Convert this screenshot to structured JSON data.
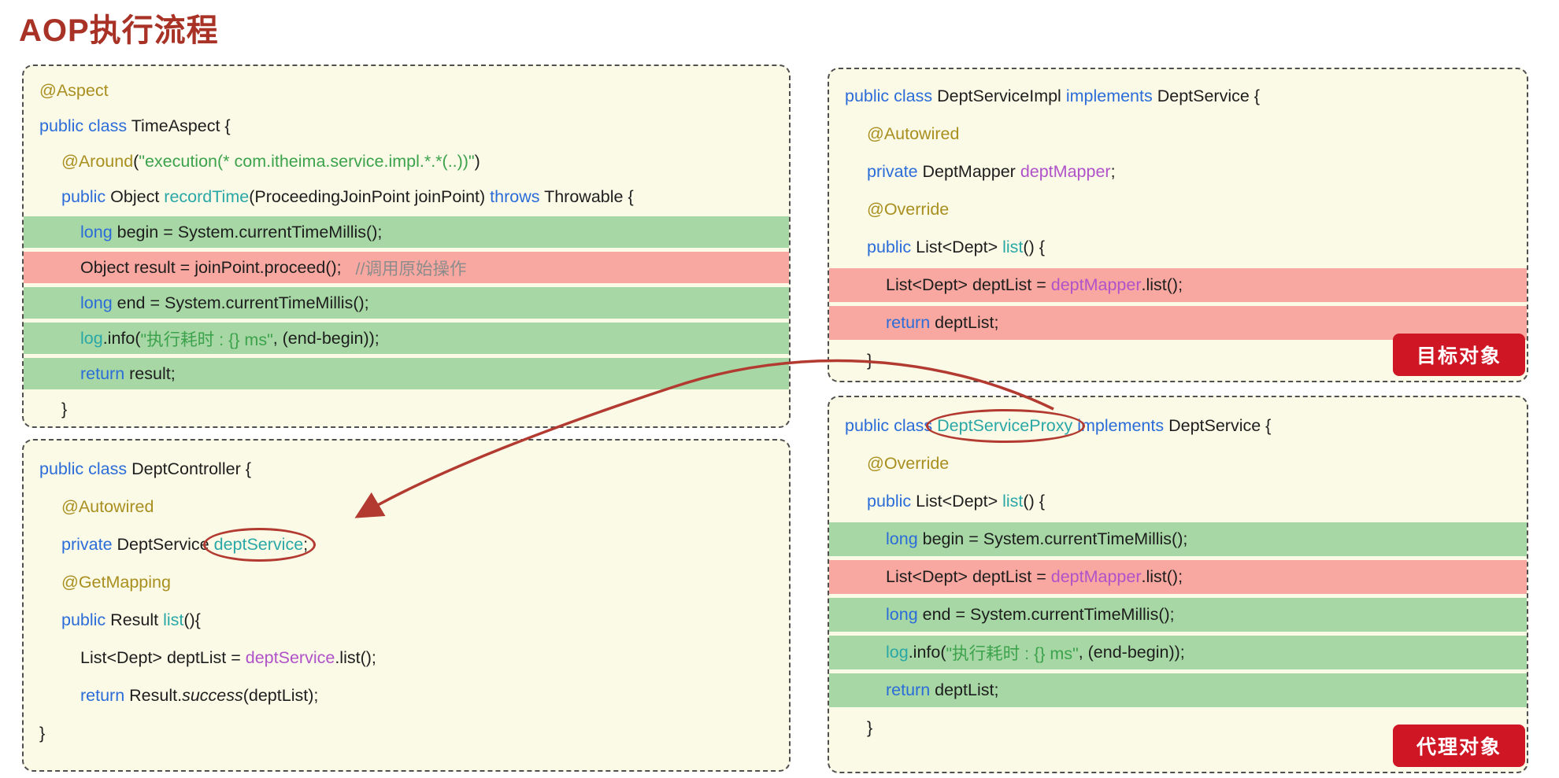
{
  "title": "AOP执行流程",
  "colors": {
    "title": "#a93226",
    "panelbg": "#fafae6",
    "kw": "#2b6cd9",
    "an": "#a98f1f",
    "s": "#3ca24c",
    "m": "#2aa7a7",
    "f": "#b052c9",
    "c": "#8c8c8c",
    "d": "#1d1d1d",
    "hl-green": "#a6d7a4",
    "hl-pink": "#f8a8a0",
    "badge": "#ce1625",
    "arrow": "#b23a31"
  },
  "panels": {
    "aspect": {
      "lines": [
        {
          "ind": 0,
          "bg": "none",
          "t": [
            [
              "an",
              "@Aspect"
            ]
          ]
        },
        {
          "ind": 0,
          "bg": "none",
          "t": [
            [
              "kw",
              "public class"
            ],
            [
              "d",
              " TimeAspect {"
            ]
          ]
        },
        {
          "ind": 1,
          "bg": "none",
          "t": [
            [
              "an",
              "@Around"
            ],
            [
              "d",
              "("
            ],
            [
              "s",
              "\"execution(* com.itheima.service.impl.*.*(..))\""
            ],
            [
              "d",
              ")"
            ]
          ]
        },
        {
          "ind": 1,
          "bg": "none",
          "t": [
            [
              "kw",
              "public"
            ],
            [
              "d",
              " Object "
            ],
            [
              "m",
              "recordTime"
            ],
            [
              "d",
              "(ProceedingJoinPoint joinPoint) "
            ],
            [
              "kw",
              "throws"
            ],
            [
              "d",
              " Throwable {"
            ]
          ]
        },
        {
          "ind": 2,
          "bg": "green",
          "t": [
            [
              "kw",
              "long"
            ],
            [
              "d",
              " begin = System.currentTimeMillis();"
            ]
          ]
        },
        {
          "ind": 2,
          "bg": "pink",
          "t": [
            [
              "d",
              "Object result = joinPoint.proceed();   "
            ],
            [
              "c",
              "//调用原始操作"
            ]
          ]
        },
        {
          "ind": 2,
          "bg": "green",
          "t": [
            [
              "kw",
              "long"
            ],
            [
              "d",
              " end = System.currentTimeMillis();"
            ]
          ]
        },
        {
          "ind": 2,
          "bg": "green",
          "t": [
            [
              "m",
              "log"
            ],
            [
              "d",
              ".info("
            ],
            [
              "s",
              "\"执行耗时 : {} ms\""
            ],
            [
              "d",
              ", (end-begin));"
            ]
          ]
        },
        {
          "ind": 2,
          "bg": "green",
          "t": [
            [
              "kw",
              "return"
            ],
            [
              "d",
              " result;"
            ]
          ]
        },
        {
          "ind": 1,
          "bg": "none",
          "t": [
            [
              "d",
              "}"
            ]
          ]
        }
      ]
    },
    "target": {
      "badge": "目标对象",
      "lines": [
        {
          "ind": 0,
          "bg": "none",
          "t": [
            [
              "kw",
              "public class"
            ],
            [
              "d",
              " DeptServiceImpl "
            ],
            [
              "kw",
              "implements"
            ],
            [
              "d",
              " DeptService {"
            ]
          ]
        },
        {
          "ind": 1,
          "bg": "none",
          "t": [
            [
              "an",
              "@Autowired"
            ]
          ]
        },
        {
          "ind": 1,
          "bg": "none",
          "t": [
            [
              "kw",
              "private"
            ],
            [
              "d",
              " DeptMapper "
            ],
            [
              "f",
              "deptMapper"
            ],
            [
              "d",
              ";"
            ]
          ]
        },
        {
          "ind": 1,
          "bg": "none",
          "t": [
            [
              "an",
              "@Override"
            ]
          ]
        },
        {
          "ind": 1,
          "bg": "none",
          "t": [
            [
              "kw",
              "public"
            ],
            [
              "d",
              " List<Dept> "
            ],
            [
              "m",
              "list"
            ],
            [
              "d",
              "() {"
            ]
          ]
        },
        {
          "ind": 2,
          "bg": "pink",
          "t": [
            [
              "d",
              "List<Dept> deptList = "
            ],
            [
              "f",
              "deptMapper"
            ],
            [
              "d",
              ".list();"
            ]
          ]
        },
        {
          "ind": 2,
          "bg": "pink",
          "t": [
            [
              "kw",
              "return"
            ],
            [
              "d",
              " deptList;"
            ]
          ]
        },
        {
          "ind": 1,
          "bg": "none",
          "t": [
            [
              "d",
              "}"
            ]
          ]
        }
      ]
    },
    "controller": {
      "lines": [
        {
          "ind": 0,
          "bg": "none",
          "t": [
            [
              "kw",
              "public class"
            ],
            [
              "d",
              " DeptController {"
            ]
          ]
        },
        {
          "ind": 1,
          "bg": "none",
          "t": [
            [
              "an",
              "@Autowired"
            ]
          ]
        },
        {
          "ind": 1,
          "bg": "none",
          "t": [
            [
              "kw",
              "private"
            ],
            [
              "d",
              " DeptService "
            ],
            [
              "circ",
              "deptService"
            ],
            [
              "d",
              ";"
            ]
          ]
        },
        {
          "ind": 1,
          "bg": "none",
          "t": [
            [
              "an",
              "@GetMapping"
            ]
          ]
        },
        {
          "ind": 1,
          "bg": "none",
          "t": [
            [
              "kw",
              "public"
            ],
            [
              "d",
              " Result "
            ],
            [
              "m",
              "list"
            ],
            [
              "d",
              "(){"
            ]
          ]
        },
        {
          "ind": 2,
          "bg": "none",
          "t": [
            [
              "d",
              "List<Dept> deptList = "
            ],
            [
              "f",
              "deptService"
            ],
            [
              "d",
              ".list();"
            ]
          ]
        },
        {
          "ind": 2,
          "bg": "none",
          "t": [
            [
              "kw",
              "return"
            ],
            [
              "d",
              " Result."
            ],
            [
              "it",
              "success"
            ],
            [
              "d",
              "(deptList);"
            ]
          ]
        },
        {
          "ind": 0,
          "bg": "none",
          "t": [
            [
              "d",
              "}"
            ]
          ]
        }
      ]
    },
    "proxy": {
      "badge": "代理对象",
      "lines": [
        {
          "ind": 0,
          "bg": "none",
          "t": [
            [
              "kw",
              "public class"
            ],
            [
              "d",
              " "
            ],
            [
              "circ",
              "DeptServiceProxy"
            ],
            [
              "d",
              " "
            ],
            [
              "kw",
              "implements"
            ],
            [
              "d",
              " DeptService {"
            ]
          ]
        },
        {
          "ind": 1,
          "bg": "none",
          "t": [
            [
              "an",
              "@Override"
            ]
          ]
        },
        {
          "ind": 1,
          "bg": "none",
          "t": [
            [
              "kw",
              "public"
            ],
            [
              "d",
              " List<Dept> "
            ],
            [
              "m",
              "list"
            ],
            [
              "d",
              "() {"
            ]
          ]
        },
        {
          "ind": 2,
          "bg": "green",
          "t": [
            [
              "kw",
              "long"
            ],
            [
              "d",
              " begin = System.currentTimeMillis();"
            ]
          ]
        },
        {
          "ind": 2,
          "bg": "pink",
          "t": [
            [
              "d",
              "List<Dept> deptList = "
            ],
            [
              "f",
              "deptMapper"
            ],
            [
              "d",
              ".list();"
            ]
          ]
        },
        {
          "ind": 2,
          "bg": "green",
          "t": [
            [
              "kw",
              "long"
            ],
            [
              "d",
              " end = System.currentTimeMillis();"
            ]
          ]
        },
        {
          "ind": 2,
          "bg": "green",
          "t": [
            [
              "m",
              "log"
            ],
            [
              "d",
              ".info("
            ],
            [
              "s",
              "\"执行耗时 : {} ms\""
            ],
            [
              "d",
              ", (end-begin));"
            ]
          ]
        },
        {
          "ind": 2,
          "bg": "green",
          "t": [
            [
              "kw",
              "return"
            ],
            [
              "d",
              " deptList;"
            ]
          ]
        },
        {
          "ind": 1,
          "bg": "none",
          "t": [
            [
              "d",
              "}"
            ]
          ]
        }
      ]
    }
  }
}
